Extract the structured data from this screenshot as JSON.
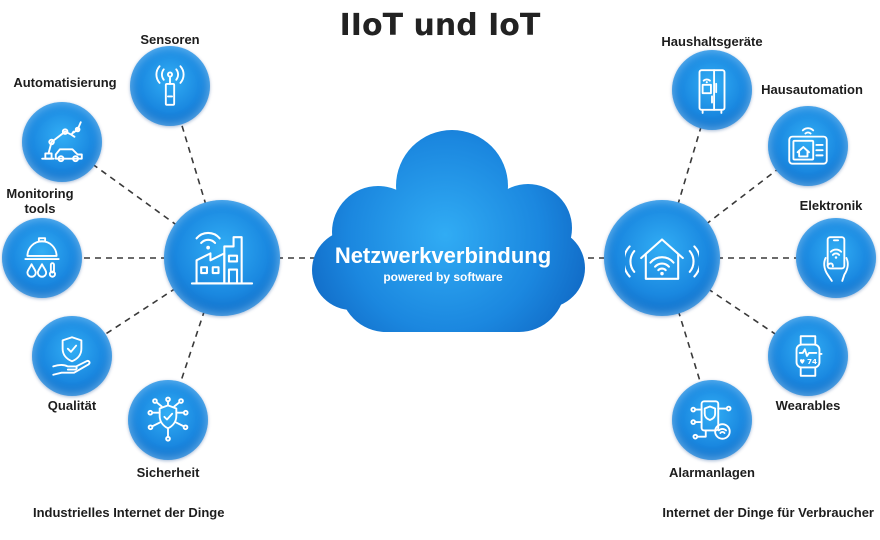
{
  "title": "IIoT und IoT",
  "colors": {
    "circle_light": "#32AEF5",
    "circle_mid": "#1A88E0",
    "circle_dark": "#0A55B0",
    "cloud_light": "#31ACF4",
    "cloud_mid": "#1B87DF",
    "cloud_dark": "#0C5DBA",
    "connector": "#3A3A3A",
    "text": "#1D1D1D"
  },
  "center": {
    "label": "Netzwerkverbindung",
    "sublabel": "powered by software",
    "icon": "cloud-icon"
  },
  "left": {
    "caption": "Industrielles Internet der Dinge",
    "hub_icon": "factory-icon",
    "nodes": [
      {
        "label": "Sensoren",
        "icon": "sensor-icon"
      },
      {
        "label": "Automatisierung",
        "icon": "robot-arm-car-icon"
      },
      {
        "label": "Monitoring tools",
        "icon": "monitoring-dome-icon"
      },
      {
        "label": "Qualität",
        "icon": "hand-shield-icon"
      },
      {
        "label": "Sicherheit",
        "icon": "security-shield-icon"
      }
    ]
  },
  "right": {
    "caption": "Internet der Dinge für Verbraucher",
    "hub_icon": "smart-home-icon",
    "nodes": [
      {
        "label": "Haushaltsgeräte",
        "icon": "fridge-icon"
      },
      {
        "label": "Hausautomation",
        "icon": "control-panel-icon"
      },
      {
        "label": "Elektronik",
        "icon": "smartphone-hand-icon"
      },
      {
        "label": "Wearables",
        "icon": "smartwatch-icon",
        "display_value": "74"
      },
      {
        "label": "Alarmanlagen",
        "icon": "alarm-phone-icon"
      }
    ]
  }
}
